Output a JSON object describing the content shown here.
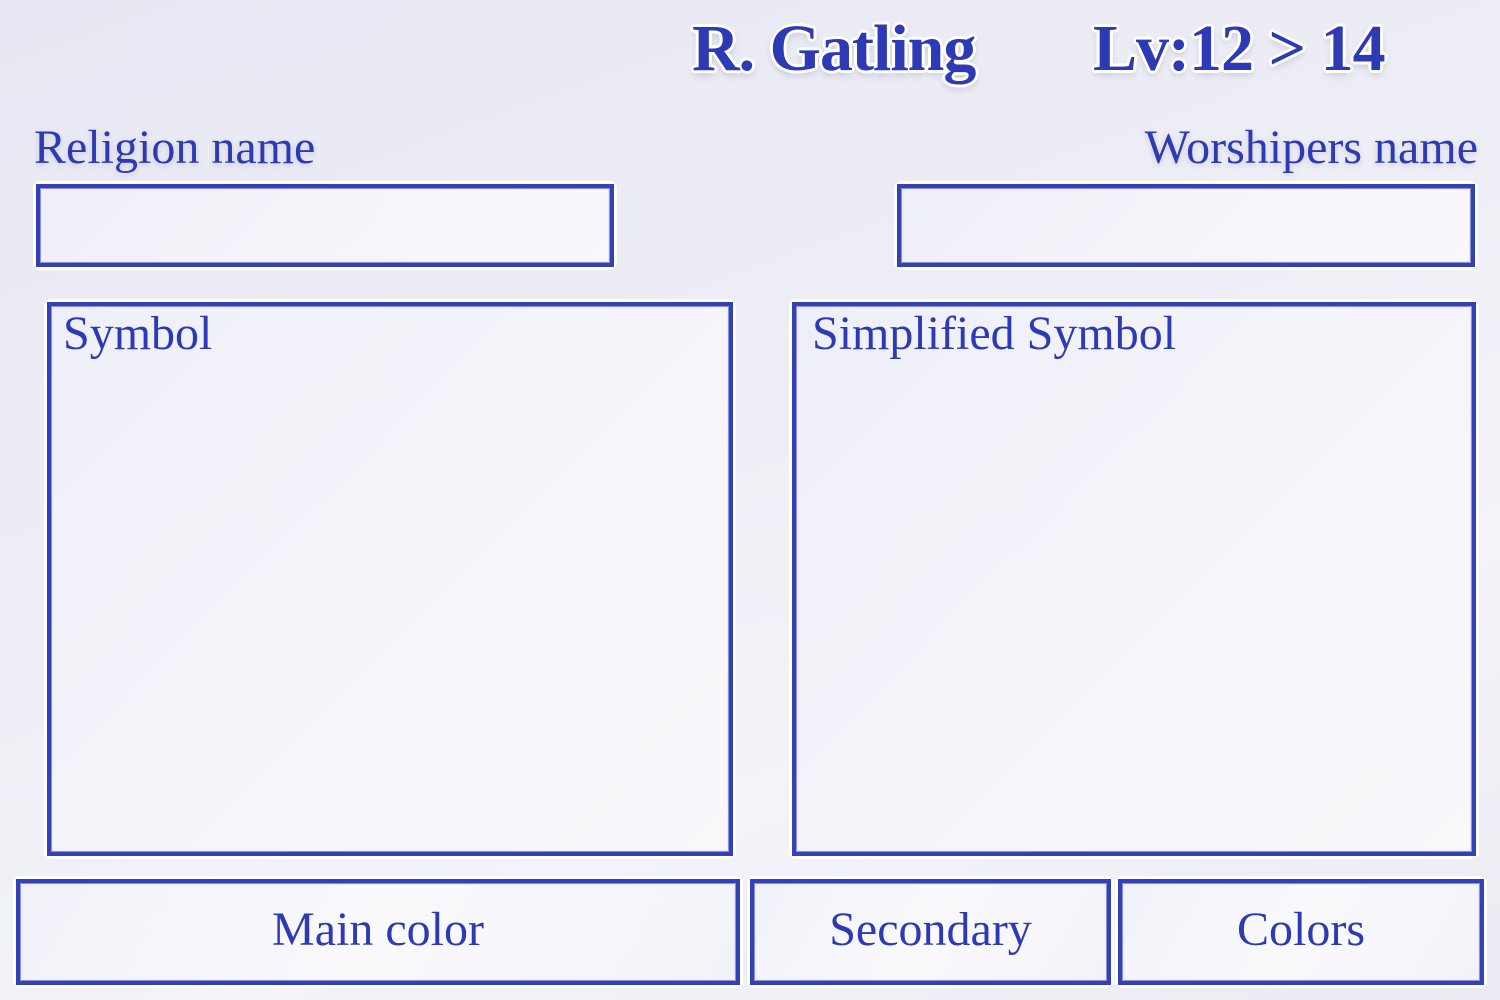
{
  "header": {
    "character_name": "R. Gatling",
    "level_text": "Lv:12 > 14"
  },
  "fields": {
    "religion_name": {
      "label": "Religion name",
      "value": ""
    },
    "worshipers_name": {
      "label": "Worshipers name",
      "value": ""
    }
  },
  "panels": {
    "symbol": {
      "title": "Symbol"
    },
    "simplified_symbol": {
      "title": "Simplified Symbol"
    }
  },
  "buttons": {
    "main_color": "Main color",
    "secondary": "Secondary",
    "colors": "Colors"
  },
  "theme": {
    "accent": "#2d3ab3",
    "background": "#e9eaf4",
    "frame_halo": "#ffffff"
  }
}
